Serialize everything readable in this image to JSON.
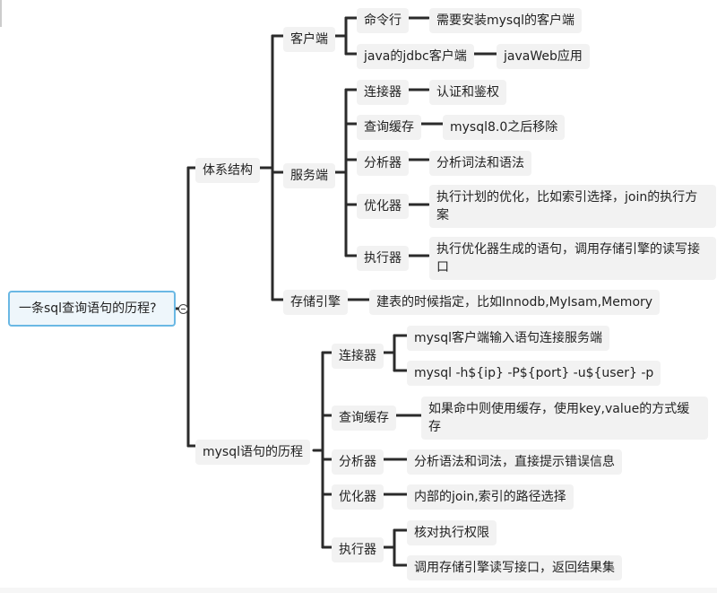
{
  "root": "一条sql查询语句的历程?",
  "branches": {
    "arch": {
      "label": "体系结构",
      "client": {
        "label": "客户端",
        "cmd": {
          "label": "命令行",
          "detail": "需要安装mysql的客户端"
        },
        "jdbc": {
          "label": "java的jdbc客户端",
          "detail": "javaWeb应用"
        }
      },
      "server": {
        "label": "服务端",
        "connector": {
          "label": "连接器",
          "detail": "认证和鉴权"
        },
        "cache": {
          "label": "查询缓存",
          "detail": "mysql8.0之后移除"
        },
        "analyzer": {
          "label": "分析器",
          "detail": "分析词法和语法"
        },
        "optimizer": {
          "label": "优化器",
          "detail": "执行计划的优化，比如索引选择，join的执行方案"
        },
        "executor": {
          "label": "执行器",
          "detail": "执行优化器生成的语句，调用存储引擎的读写接口"
        }
      },
      "storage": {
        "label": "存储引擎",
        "detail": "建表的时候指定，比如Innodb,MyIsam,Memory"
      }
    },
    "flow": {
      "label": "mysql语句的历程",
      "connector": {
        "label": "连接器",
        "d1": "mysql客户端输入语句连接服务端",
        "d2": "mysql -h${ip} -P${port} -u${user} -p"
      },
      "cache": {
        "label": "查询缓存",
        "detail": "如果命中则使用缓存，使用key,value的方式缓存"
      },
      "analyzer": {
        "label": "分析器",
        "detail": "分析语法和词法，直接提示错误信息"
      },
      "optimizer": {
        "label": "优化器",
        "detail": "内部的join,索引的路径选择"
      },
      "executor": {
        "label": "执行器",
        "d1": "核对执行权限",
        "d2": "调用存储引擎读写接口，返回结果集"
      }
    }
  }
}
